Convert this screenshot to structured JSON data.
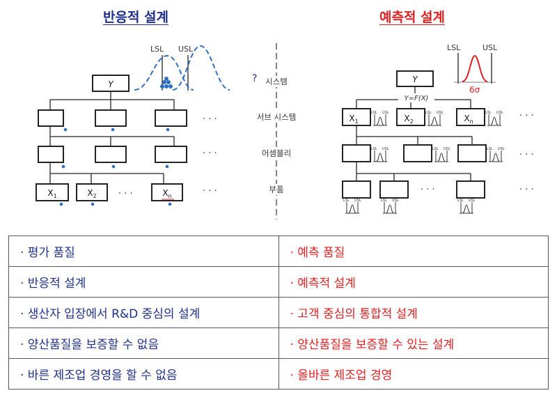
{
  "titles": {
    "left": "반응적 설계",
    "right": "예측적 설계"
  },
  "levels": [
    "시스템",
    "서브 시스템",
    "어셈블리",
    "부품"
  ],
  "question_mark": "?",
  "left_diagram": {
    "top_node": "Y",
    "spec_labels": [
      "LSL",
      "USL"
    ],
    "part_labels": [
      "X1",
      "X2",
      "Xn"
    ]
  },
  "right_diagram": {
    "top_node": "Y",
    "function_label": "Y=F(X)",
    "spec_labels": [
      "LSL",
      "USL"
    ],
    "sigma_label": "6σ",
    "sub_labels": [
      "X1",
      "X2",
      "Xn"
    ],
    "mini_labels": [
      "LSL",
      "USL"
    ]
  },
  "ellipsis": "· · ·",
  "table": {
    "rows": [
      {
        "left": "· 평가 품질",
        "right": "· 예측 품질"
      },
      {
        "left": "· 반응적 설계",
        "right": "· 예측적 설계"
      },
      {
        "left": "· 생산자 입장에서 R&D 중심의 설계",
        "right": "· 고객 중심의 통합적 설계"
      },
      {
        "left": "· 양산품질을 보증할 수 없음",
        "right": "· 양산품질을 보증할 수 있는 설계"
      },
      {
        "left": "· 바른 제조업 경영을 할 수 없음",
        "right": "· 올바른 제조업 경영"
      }
    ]
  },
  "colors": {
    "left_accent": "#1f2f8c",
    "right_accent": "#e02020",
    "dist_blue": "#2f6fc0"
  }
}
